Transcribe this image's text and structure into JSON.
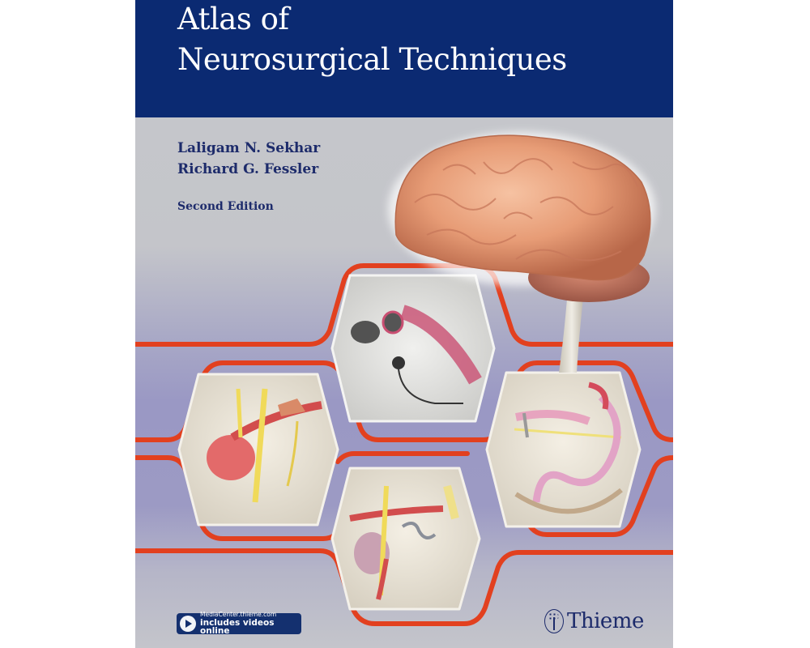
{
  "cover": {
    "title_line1": "Atlas of",
    "title_line2": "Neurosurgical Techniques",
    "authors": [
      "Laligam N. Sekhar",
      "Richard G. Fessler"
    ],
    "edition": "Second Edition",
    "media_badge": {
      "url": "MediaCenter.thieme.com",
      "text": "includes videos online",
      "icon": "play-icon"
    },
    "publisher": {
      "name": "Thieme",
      "icon": "tree-logo-icon"
    },
    "illustrations": [
      {
        "name": "brain",
        "description": "3D rendered human brain with brainstem"
      },
      {
        "name": "angiogram-stent",
        "description": "angiogram with aneurysm coil and stent"
      },
      {
        "name": "aneurysm-exposure",
        "description": "surgical exposure of aneurysm with nerves"
      },
      {
        "name": "bypass-graft",
        "description": "vascular bypass graft illustration"
      },
      {
        "name": "aneurysm-clipping",
        "description": "aneurysm clipping surgical view"
      }
    ],
    "colors": {
      "header_navy": "#0b2a72",
      "text_navy": "#1d2b6b",
      "tube_red": "#e2401f",
      "band_purple": "#9a98c4",
      "background_grey": "#c6c8cc"
    }
  }
}
